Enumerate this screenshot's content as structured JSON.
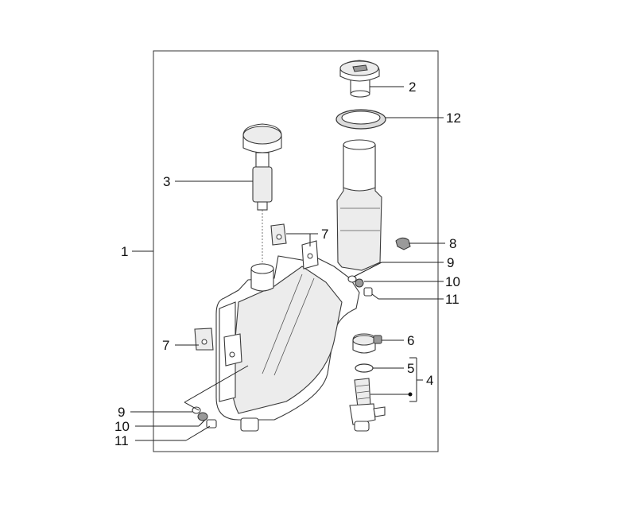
{
  "labels": {
    "l1": "1",
    "l2": "2",
    "l3": "3",
    "l4": "4",
    "l5": "5",
    "l6": "6",
    "l7a": "7",
    "l7b": "7",
    "l8": "8",
    "l9a": "9",
    "l9b": "9",
    "l10a": "10",
    "l10b": "10",
    "l11a": "11",
    "l11b": "11",
    "l12": "12"
  }
}
